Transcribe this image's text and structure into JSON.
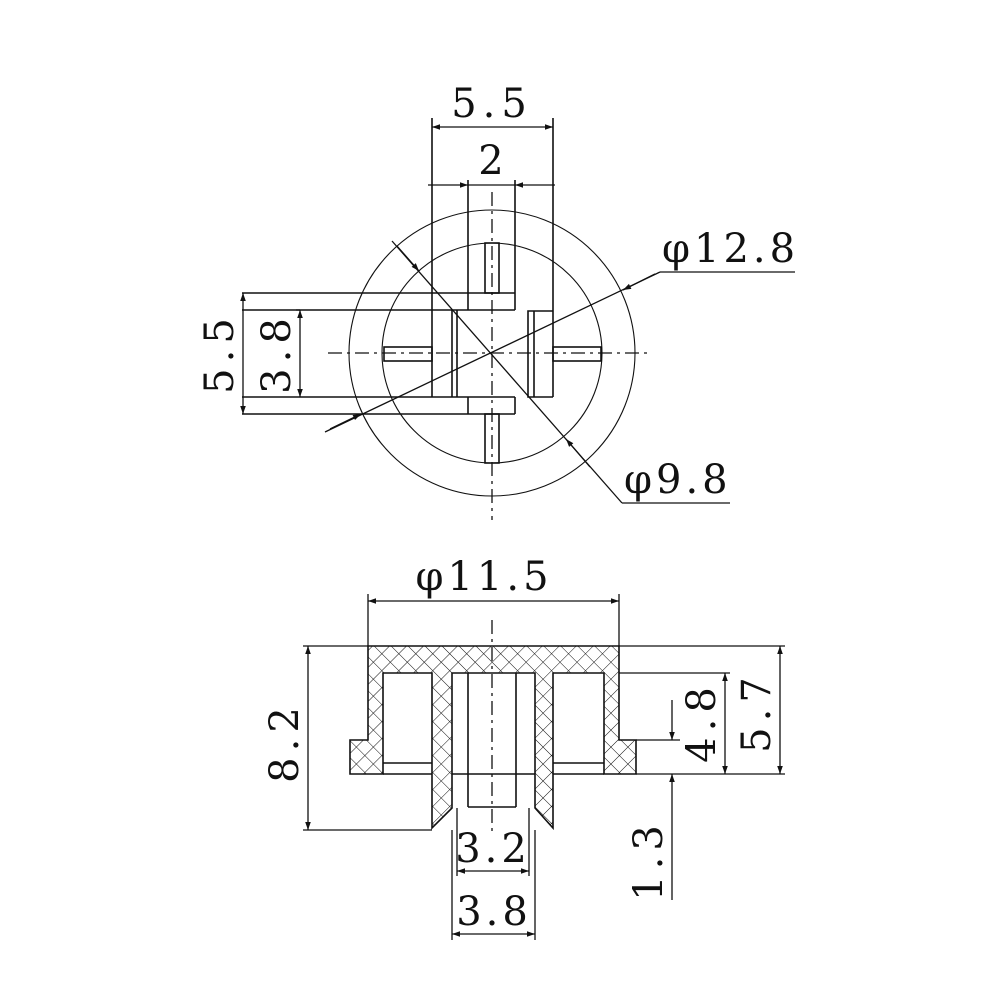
{
  "top_view": {
    "dims": {
      "width_outer": "5.5",
      "width_inner": "2",
      "height_outer": "5.5",
      "height_inner": "3.8",
      "dia_outer": "φ12.8",
      "dia_inner": "φ9.8"
    }
  },
  "section_view": {
    "dims": {
      "cap_dia": "φ11.5",
      "total_height": "8.2",
      "inner_depth": "4.8",
      "flange_height": "5.7",
      "step": "1.3",
      "stem_inner": "3.2",
      "stem_outer": "3.8"
    }
  }
}
